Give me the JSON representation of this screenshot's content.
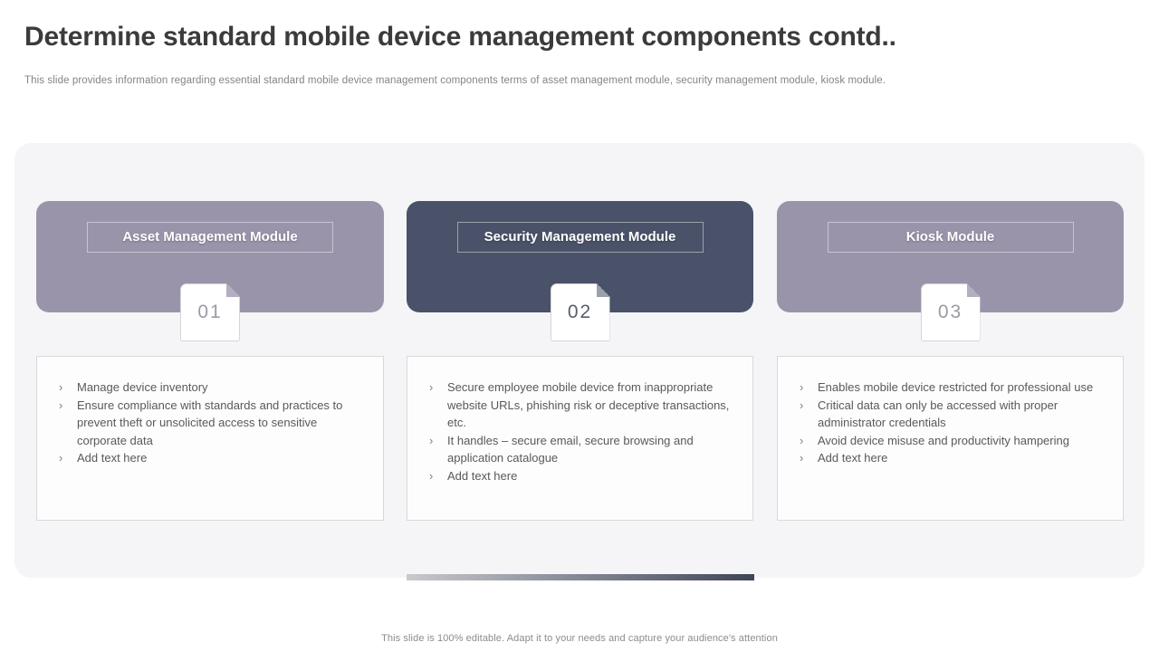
{
  "slide": {
    "title": "Determine standard mobile device management components contd..",
    "subtitle": "This slide provides information regarding essential standard mobile device management components terms of asset management module, security management module, kiosk module.",
    "footer": "This slide is 100% editable. Adapt it to your needs and capture your audience's attention"
  },
  "glyphs": {
    "bullet": "›"
  },
  "colors": {
    "panel_background": "#f5f5f7",
    "accent_purple": "#9a94ab",
    "accent_dark": "#4a5269",
    "bar_gradient_start": "#c9c9ce",
    "bar_gradient_end": "#3f4659"
  },
  "columns": [
    {
      "number": "01",
      "title": "Asset Management Module",
      "accent": "#9a94ab",
      "number_color": "#9b9ba5",
      "fold_color": "#b3aec0",
      "bullets": [
        "Manage device inventory",
        "Ensure compliance with standards and practices to prevent theft or unsolicited access to sensitive corporate data",
        "Add text here"
      ]
    },
    {
      "number": "02",
      "title": "Security Management Module",
      "accent": "#4a5269",
      "number_color": "#565d70",
      "fold_color": "#9aa0ae",
      "bullets": [
        "Secure employee mobile device from inappropriate website URLs, phishing risk or deceptive transactions, etc.",
        "It handles – secure email, secure browsing and application catalogue",
        "Add text here"
      ]
    },
    {
      "number": "03",
      "title": "Kiosk Module",
      "accent": "#9a94ab",
      "number_color": "#9b9ba5",
      "fold_color": "#b3aec0",
      "bullets": [
        "Enables mobile device restricted for professional use",
        "Critical data can only be accessed with proper administrator credentials",
        "Avoid device misuse and productivity hampering",
        "Add text here"
      ]
    }
  ]
}
